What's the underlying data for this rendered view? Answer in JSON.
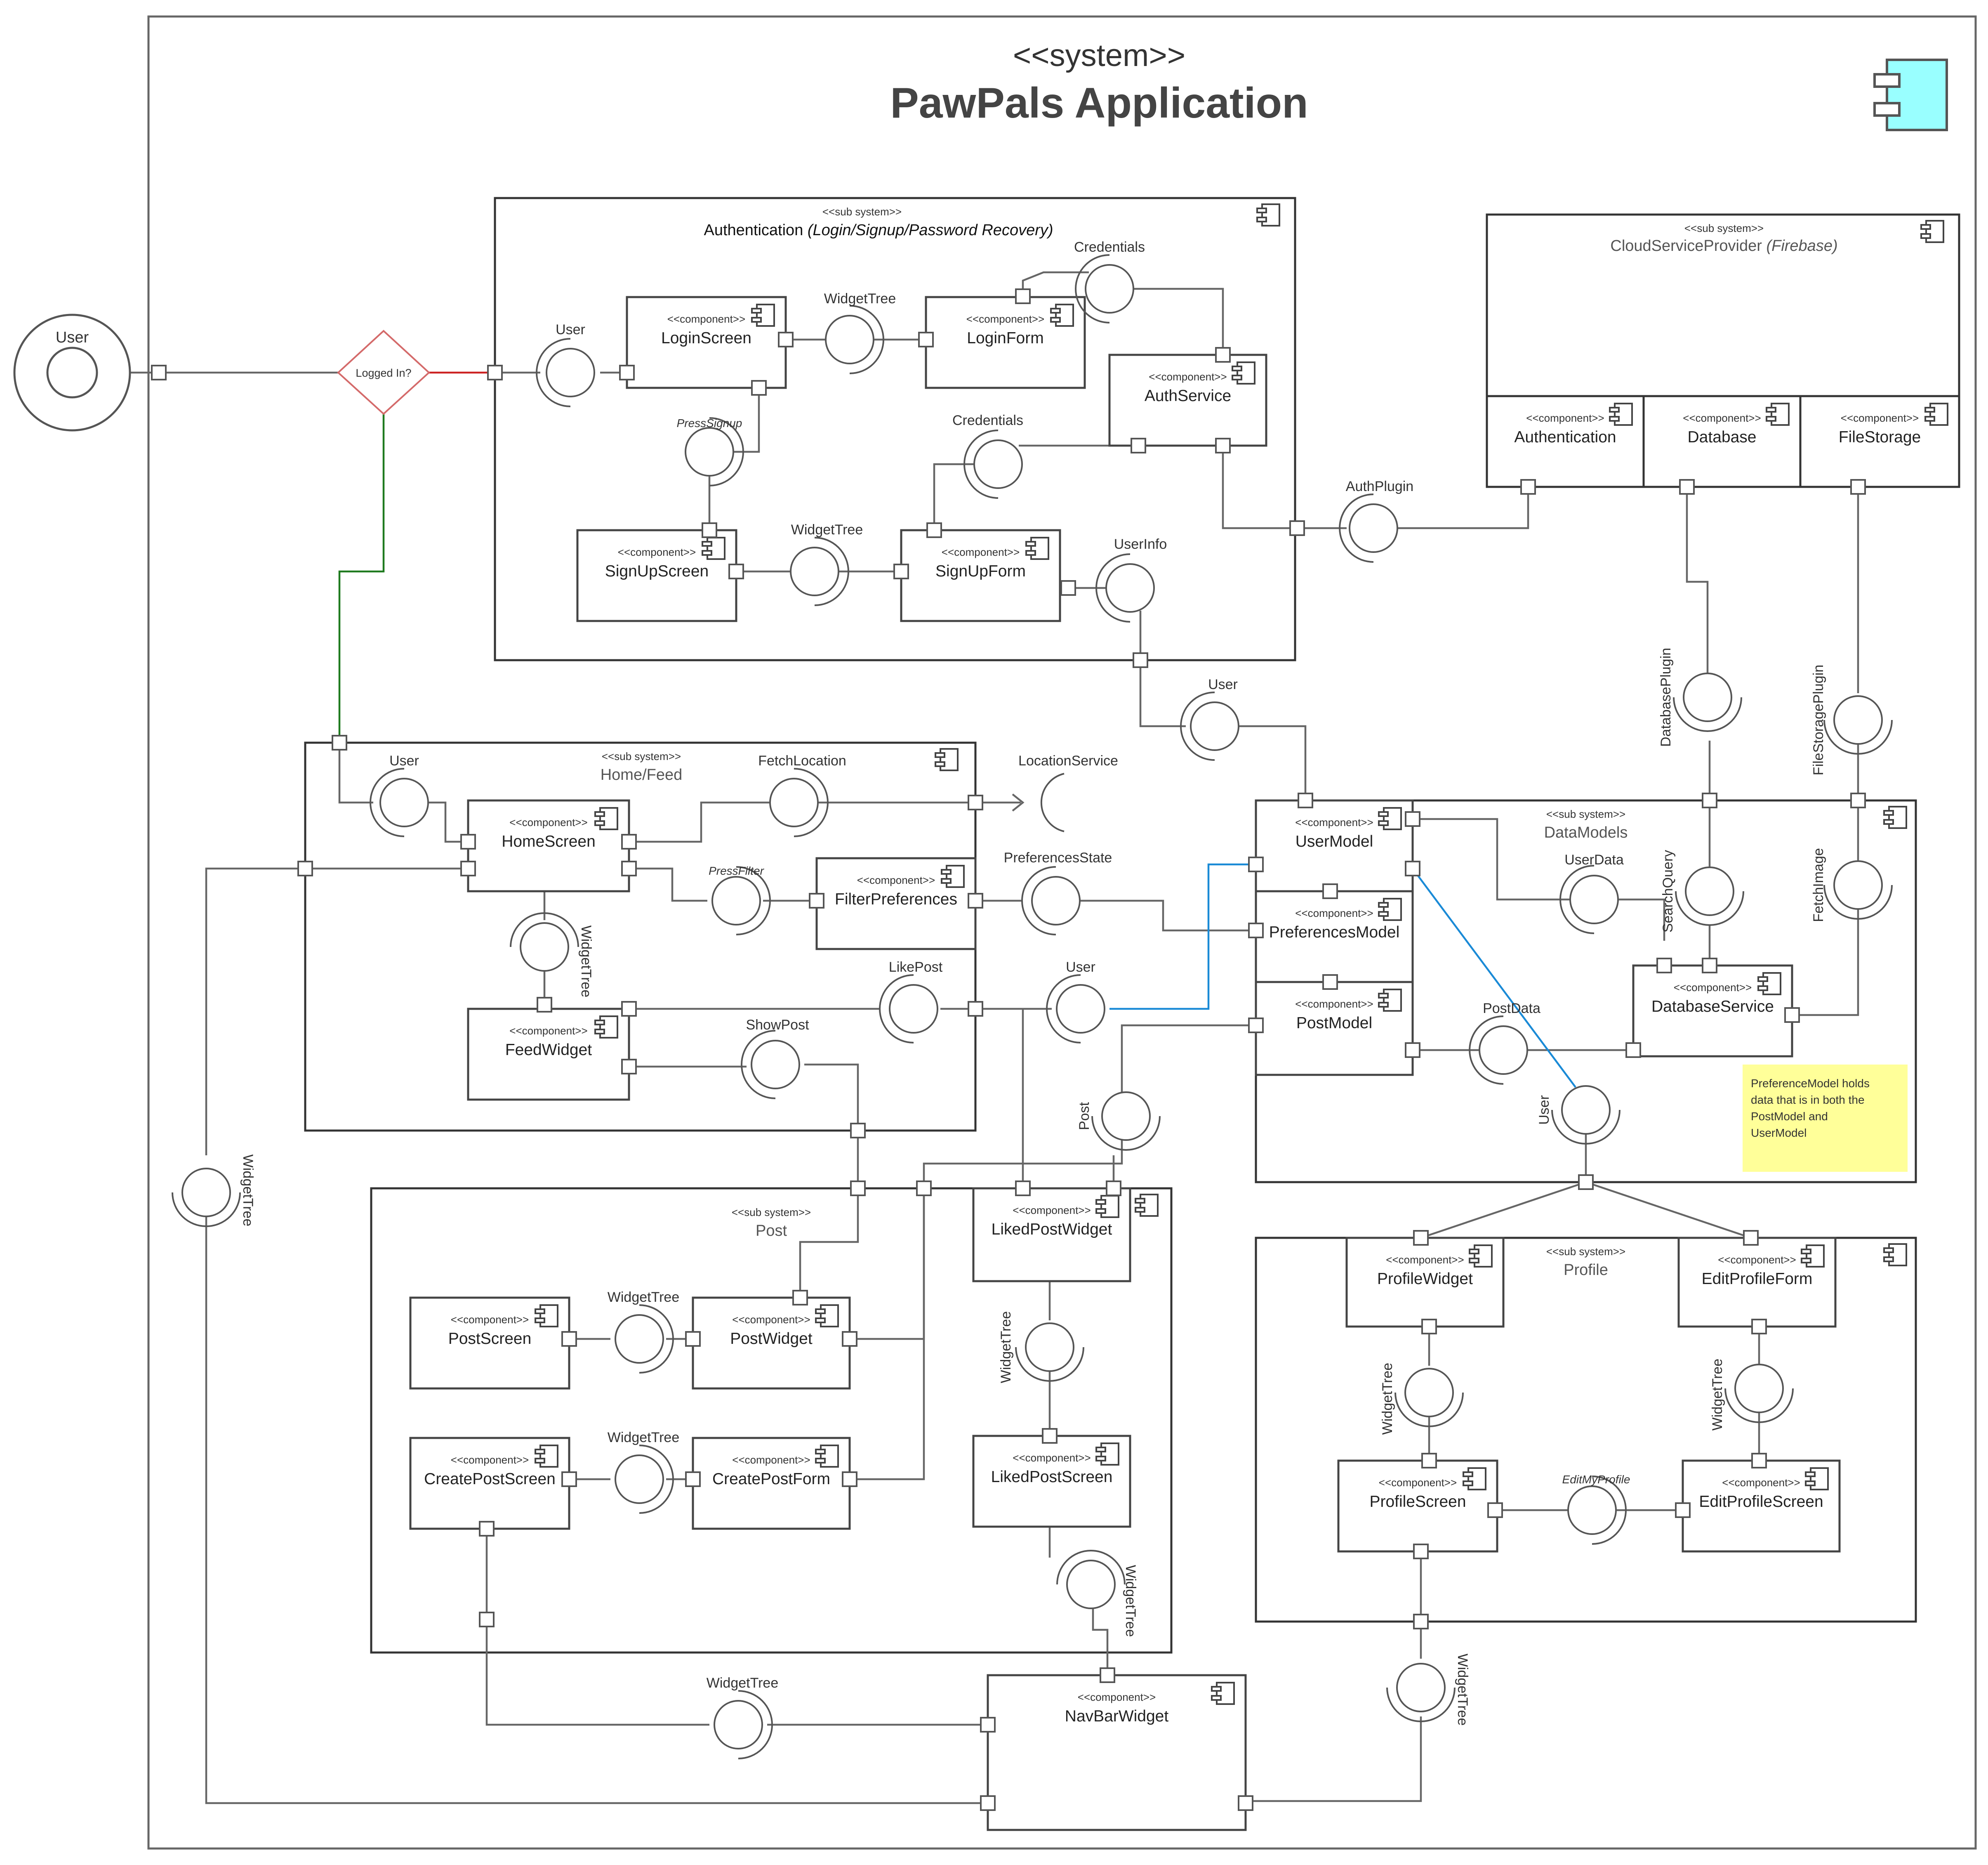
{
  "diagram": {
    "stereotype": "<<system>>",
    "title": "PawPals Application",
    "actor": "User",
    "decision": "Logged In?",
    "note": [
      "PreferenceModel holds",
      "data that is in both the",
      "PostModel and",
      "UserModel"
    ],
    "colors": {
      "system_icon_fill": "#99ffff",
      "decision_stroke": "#d46a6a",
      "decision_link": "#cc2222",
      "logged_in_link": "#1e7a1e",
      "data_link": "#1a8ad6",
      "note_fill": "#ffff99"
    },
    "subsystems": {
      "auth": {
        "stereotype": "<<sub system>>",
        "title": "Authentication ",
        "title_detail": "(Login/Signup/Password Recovery)"
      },
      "cloud": {
        "stereotype": "<<sub system>>",
        "title": "CloudServiceProvider ",
        "title_detail": "(Firebase)"
      },
      "home": {
        "stereotype": "<<sub system>>",
        "title": "Home/Feed"
      },
      "data": {
        "stereotype": "<<sub system>>",
        "title": "DataModels"
      },
      "post": {
        "stereotype": "<<sub system>>",
        "title": "Post"
      },
      "profile": {
        "stereotype": "<<sub system>>",
        "title": "Profile"
      }
    },
    "components": {
      "stereotype": "<<component>>",
      "login_screen": "LoginScreen",
      "login_form": "LoginForm",
      "auth_service": "AuthService",
      "signup_screen": "SignUpScreen",
      "signup_form": "SignUpForm",
      "cloud_auth": "Authentication",
      "database": "Database",
      "file_storage": "FileStorage",
      "home_screen": "HomeScreen",
      "filter_prefs": "FilterPreferences",
      "feed_widget": "FeedWidget",
      "user_model": "UserModel",
      "preferences_model": "PreferencesModel",
      "post_model": "PostModel",
      "database_service": "DatabaseService",
      "post_screen": "PostScreen",
      "post_widget": "PostWidget",
      "create_post_screen": "CreatePostScreen",
      "create_post_form": "CreatePostForm",
      "liked_post_widget": "LikedPostWidget",
      "liked_post_screen": "LikedPostScreen",
      "profile_widget": "ProfileWidget",
      "edit_profile_form": "EditProfileForm",
      "profile_screen": "ProfileScreen",
      "edit_profile_screen": "EditProfileScreen",
      "navbar_widget": "NavBarWidget"
    },
    "interfaces": {
      "user": "User",
      "widget_tree": "WidgetTree",
      "credentials": "Credentials",
      "press_signup": "PressSignup",
      "user_info": "UserInfo",
      "auth_plugin": "AuthPlugin",
      "database_plugin": "DatabasePlugin",
      "file_storage_plugin": "FileStoragePlugin",
      "fetch_location": "FetchLocation",
      "location_service": "LocationService",
      "press_filter": "PressFilter",
      "preferences_state": "PreferencesState",
      "like_post": "LikePost",
      "show_post": "ShowPost",
      "user_data": "UserData",
      "search_query": "SearchQuery",
      "fetch_image": "FetchImage",
      "post_data": "PostData",
      "post": "Post",
      "edit_my_profile": "EditMyProfile"
    }
  }
}
